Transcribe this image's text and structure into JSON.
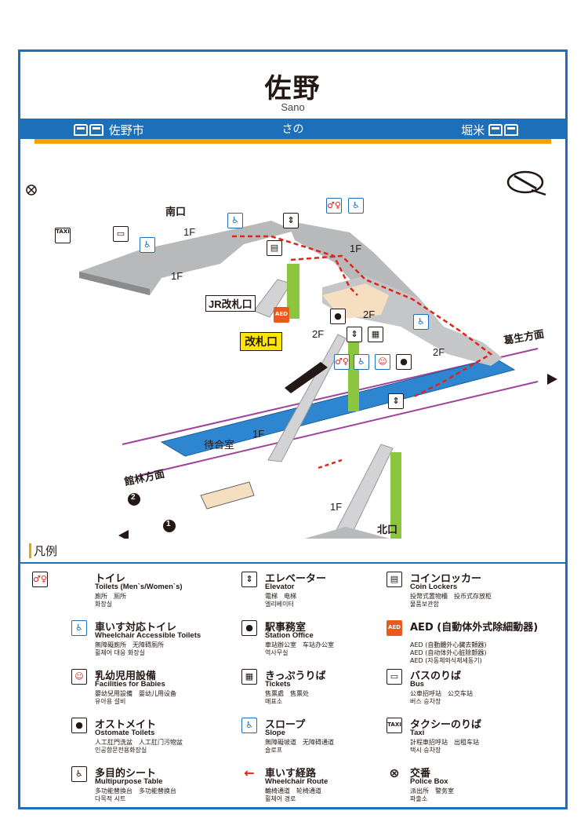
{
  "header": {
    "station_name": "佐野",
    "station_romaji": "Sano",
    "station_kana": "さの",
    "prev_station": "佐野市",
    "next_station": "堀米"
  },
  "map": {
    "labels": {
      "south_exit": "南口",
      "north_exit": "北口",
      "jr_gate": "JR改札口",
      "gate": "改札口",
      "waiting_room": "待合室",
      "floor_1f": "1F",
      "floor_2f": "2F",
      "dir_kuzuu": "葛生方面",
      "dir_tatebayashi": "館林方面",
      "track1": "1",
      "track2": "2"
    }
  },
  "legend": {
    "title": "凡例",
    "items": [
      {
        "icon": "toilet-icon",
        "jp": "トイレ",
        "en": "Toilets (Men`s/Women`s)",
        "sub": "廁所　厕所\n화장실"
      },
      {
        "icon": "wheelchair-toilet-icon",
        "jp": "車いす対応トイレ",
        "en": "Wheelchair Accessible Toilets",
        "sub": "無障礙廁所　无障碍厕所\n휠체어 대응 화장실"
      },
      {
        "icon": "baby-icon",
        "jp": "乳幼児用設備",
        "en": "Facilities for Babies",
        "sub": "嬰幼兒用設備　婴幼儿用设备\n유아용 설비"
      },
      {
        "icon": "ostomate-icon",
        "jp": "オストメイト",
        "en": "Ostomate Toilets",
        "sub": "人工肛門洗盆　人工肛门污物盆\n인공항문전용화장실"
      },
      {
        "icon": "multipurpose-seat-icon",
        "jp": "多目的シート",
        "en": "Multipurpose Table",
        "sub": "多功能替換台　多功能替换台\n다목적 시트"
      },
      {
        "icon": "elevator-icon",
        "jp": "エレベーター",
        "en": "Elevator",
        "sub": "電梯　电梯\n엘리베이터"
      },
      {
        "icon": "station-office-icon",
        "jp": "駅事務室",
        "en": "Station Office",
        "sub": "車站辦公室　车站办公室\n역사무실"
      },
      {
        "icon": "ticket-icon",
        "jp": "きっぷうりば",
        "en": "Tickets",
        "sub": "售票處　售票处\n매표소"
      },
      {
        "icon": "slope-icon",
        "jp": "スロープ",
        "en": "Slope",
        "sub": "無障礙坡道　无障碍通道\n슬로프"
      },
      {
        "icon": "wheelchair-route-icon",
        "jp": "車いす経路",
        "en": "Wheelchair Route",
        "sub": "輪椅通道　轮椅通道\n휠체어 경로"
      },
      {
        "icon": "coin-locker-icon",
        "jp": "コインロッカー",
        "en": "Coin Lockers",
        "sub": "投幣式置物櫃　投币式存放柜\n물품보관함"
      },
      {
        "icon": "aed-icon",
        "jp": "AED (自動体外式除細動器)",
        "en": "",
        "sub": "AED (自動體外心臟去顫器)\nAED (自动体外心脏除颤器)\nAED (자동체외식제세동기)"
      },
      {
        "icon": "bus-icon",
        "jp": "バスのりば",
        "en": "Bus",
        "sub": "公車招呼站　公交车站\n버스 승차장"
      },
      {
        "icon": "taxi-icon",
        "jp": "タクシーのりば",
        "en": "Taxi",
        "sub": "計程車招呼站　出租车站\n택시 승차장"
      },
      {
        "icon": "police-icon",
        "jp": "交番",
        "en": "Police Box",
        "sub": "派出所　警务室\n파출소"
      }
    ]
  },
  "icon_glyphs": {
    "toilet": "♂♀",
    "wc": "♿",
    "elevator": "⇕",
    "office": "●",
    "baby": "☺",
    "locker": "▤",
    "bus": "▭",
    "taxi": "TAXI",
    "aed": "AED",
    "police": "⊗",
    "ticket": "▦"
  },
  "colors": {
    "brand_blue": "#1c6fb8",
    "accent_orange": "#f4a000",
    "route_red": "#e1251b",
    "slope_green": "#8cc63f",
    "track_blue": "#2f86d0",
    "track_line": "#a0419a"
  }
}
